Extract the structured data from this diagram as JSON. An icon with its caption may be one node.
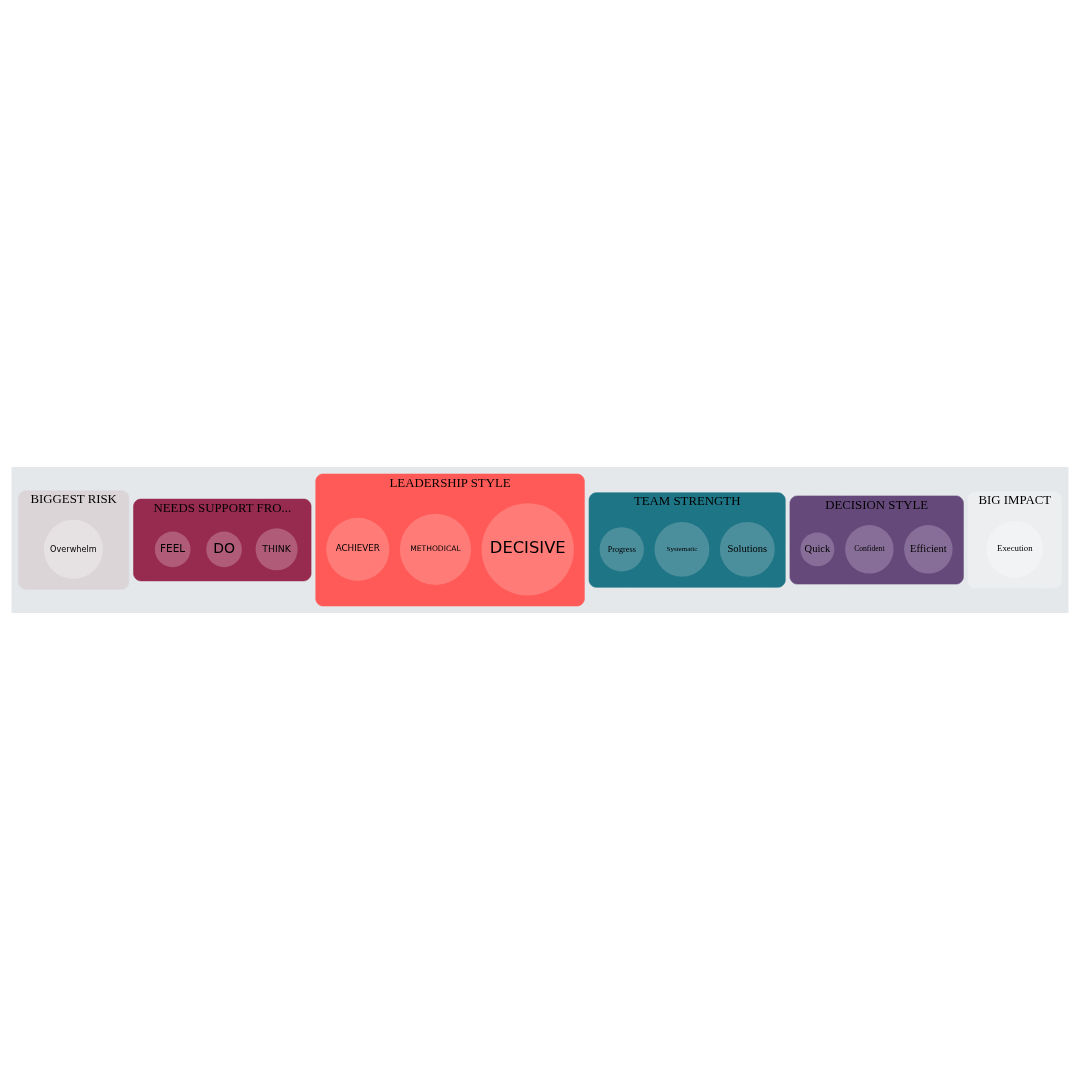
{
  "diagram": {
    "nodes": [
      {
        "text": [
          "BIGGEST RISK"
        ]
      },
      {
        "text": [
          "Overwhelm"
        ],
        "in": 0
      },
      {
        "text": [
          "NEEDS SUPPORT FRO..."
        ]
      },
      {
        "text": [
          "THINK"
        ],
        "in": 2
      },
      {
        "text": [
          "DO"
        ],
        "in": 2
      },
      {
        "text": [
          "FEEL"
        ],
        "in": 2
      },
      {
        "text": [
          "LEADERSHIP STYLE"
        ]
      },
      {
        "text": [
          "DECISIVE"
        ],
        "in": 6
      },
      {
        "text": [
          "METHODICAL"
        ],
        "in": 6
      },
      {
        "text": [
          "ACHIEVER"
        ],
        "in": 6
      },
      {
        "text": [
          "TEAM STRENGTH"
        ]
      },
      {
        "text": [
          "Solutions"
        ],
        "in": 10
      },
      {
        "text": [
          "Systematic"
        ],
        "in": 10
      },
      {
        "text": [
          "Progress"
        ],
        "in": 10
      },
      {
        "text": [
          "DECISION STYLE"
        ]
      },
      {
        "text": [
          "Efficient"
        ],
        "in": 14
      },
      {
        "text": [
          "Confident"
        ],
        "in": 14
      },
      {
        "text": [
          "Quick"
        ],
        "in": 14
      },
      {
        "text": [
          "BIG IMPACT"
        ]
      },
      {
        "text": [
          "Execution"
        ],
        "in": 18
      }
    ]
  }
}
